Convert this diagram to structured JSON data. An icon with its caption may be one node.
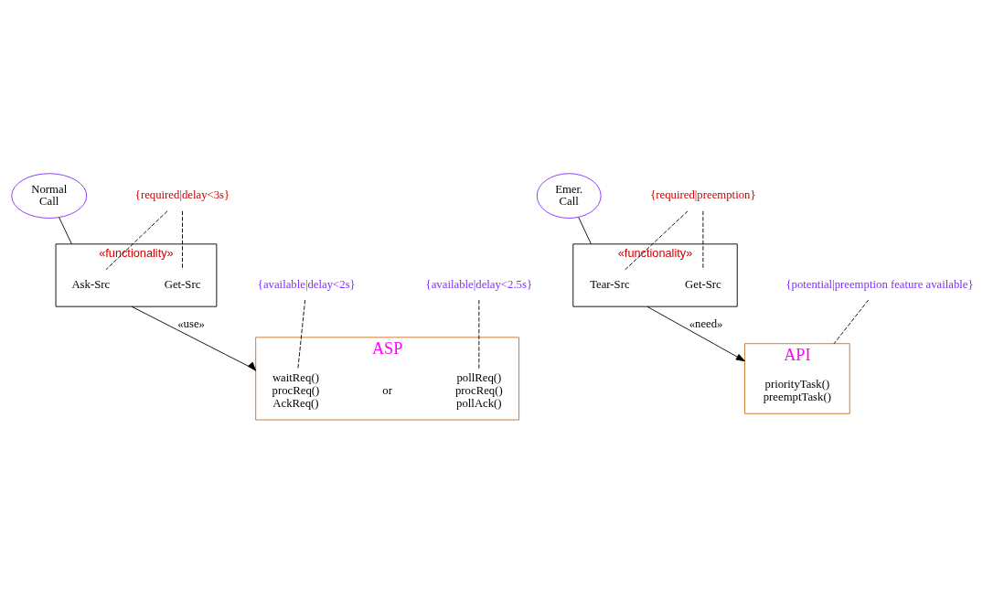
{
  "diagram": {
    "nodes": [
      {
        "text": [
          "Normal Call"
        ]
      },
      {
        "text": [
          "«functionality»"
        ]
      },
      {
        "text": [
          "Ask-Src"
        ],
        "in": 1
      },
      {
        "text": [
          "Get-Src"
        ],
        "in": 1
      },
      {
        "text": [
          "{required|delay<3s}"
        ]
      },
      {
        "text": [
          "Emer. Call"
        ]
      },
      {
        "text": [
          "«functionality»"
        ]
      },
      {
        "text": [
          "Tear-Src"
        ],
        "in": 6
      },
      {
        "text": [
          "Get-Src"
        ],
        "in": 6
      },
      {
        "text": [
          "{required|preemption}"
        ]
      },
      {
        "text": [
          "ASP"
        ]
      },
      {
        "text": [
          "waitReq() procReq() AckReq()"
        ],
        "in": 10
      },
      {
        "text": [
          "or"
        ],
        "in": 10
      },
      {
        "text": [
          "pollReq() procReq() pollAck()"
        ],
        "in": 10
      },
      {
        "text": [
          "{available|delay<2s}"
        ]
      },
      {
        "text": [
          "{available|delay<2.5s}"
        ]
      },
      {
        "text": [
          "API"
        ]
      },
      {
        "text": [
          "priorityTask() preemptTask()"
        ],
        "in": 16
      },
      {
        "text": [
          "{potential|preemption feature available}"
        ]
      }
    ],
    "edges": [
      {
        "from": 0,
        "to": 1,
        "arrow": "none"
      },
      {
        "from": 4,
        "to": 2,
        "arrow": "none",
        "style": "dashed"
      },
      {
        "from": 4,
        "to": 3,
        "arrow": "none",
        "style": "dashed"
      },
      {
        "from": 5,
        "to": 6,
        "arrow": "none"
      },
      {
        "from": 9,
        "to": 7,
        "arrow": "none",
        "style": "dashed"
      },
      {
        "from": 9,
        "to": 8,
        "arrow": "none",
        "style": "dashed"
      },
      {
        "from": 1,
        "to": 10,
        "arrow": "to",
        "label": "«use»"
      },
      {
        "from": 6,
        "to": 16,
        "arrow": "to",
        "label": "«need»"
      },
      {
        "from": 14,
        "to": 11,
        "arrow": "none",
        "style": "dashed"
      },
      {
        "from": 15,
        "to": 13,
        "arrow": "none",
        "style": "dashed"
      },
      {
        "from": 18,
        "to": 16,
        "arrow": "none",
        "style": "dashed"
      }
    ]
  }
}
